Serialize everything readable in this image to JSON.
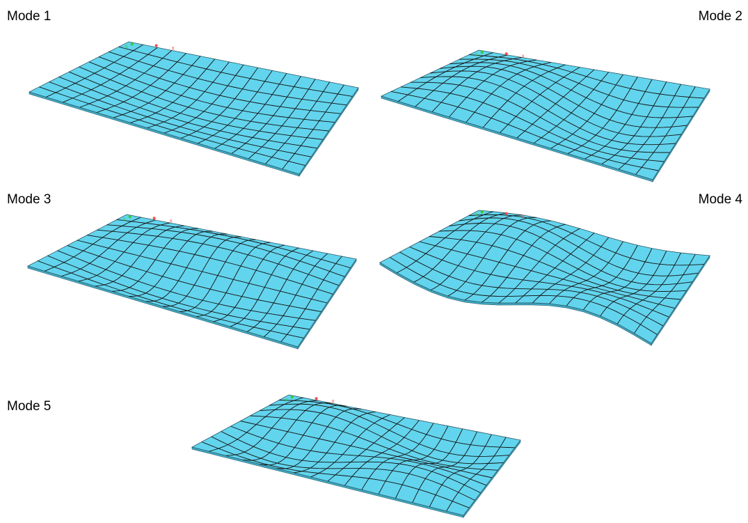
{
  "figure": {
    "plate_color": "#63d4ed",
    "edge_color": "#2a5a66",
    "mesh_color": "#111111",
    "axis_colors": {
      "x_axis": "#ff4d4d",
      "y_axis": "#33cc33"
    },
    "panels": [
      {
        "label": "Mode 1",
        "mode": 1,
        "shape": "single-bulge"
      },
      {
        "label": "Mode 2",
        "mode": 2,
        "shape": "two-lobe-diagonal"
      },
      {
        "label": "Mode 3",
        "mode": 3,
        "shape": "two-lobe-longitudinal"
      },
      {
        "label": "Mode 4",
        "mode": 4,
        "shape": "three-lobe"
      },
      {
        "label": "Mode 5",
        "mode": 5,
        "shape": "four-lobe"
      }
    ]
  }
}
